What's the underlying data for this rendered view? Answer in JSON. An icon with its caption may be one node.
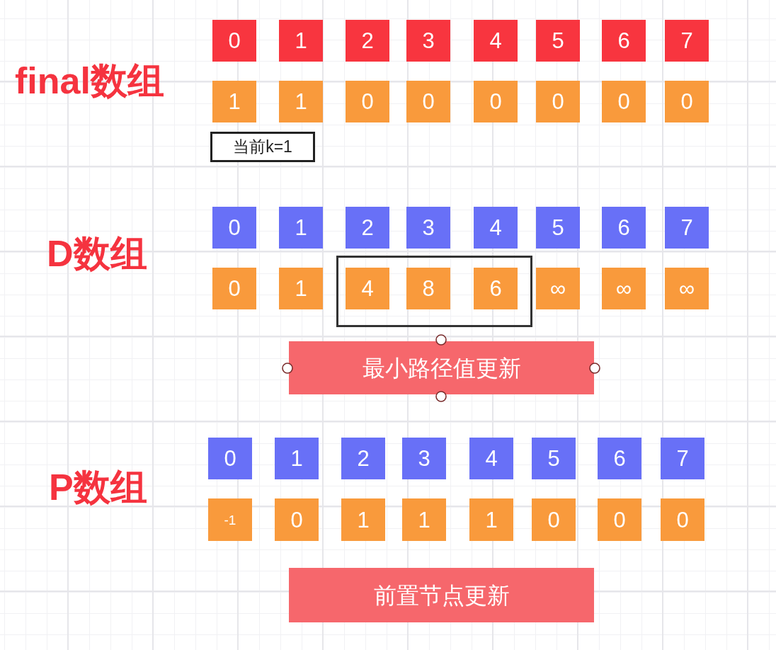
{
  "diagram": {
    "nodes": [
      {
        "text": [
          "0"
        ]
      },
      {
        "text": [
          "1"
        ]
      },
      {
        "text": [
          "2"
        ]
      },
      {
        "text": [
          "3"
        ]
      },
      {
        "text": [
          "4"
        ]
      },
      {
        "text": [
          "5"
        ]
      },
      {
        "text": [
          "6"
        ]
      },
      {
        "text": [
          "7"
        ]
      },
      {
        "text": [
          "1"
        ]
      },
      {
        "text": [
          "1"
        ]
      },
      {
        "text": [
          "0"
        ]
      },
      {
        "text": [
          "0"
        ]
      },
      {
        "text": [
          "0"
        ]
      },
      {
        "text": [
          "0"
        ]
      },
      {
        "text": [
          "0"
        ]
      },
      {
        "text": [
          "0"
        ]
      },
      {
        "text": [
          "当前k=1"
        ]
      },
      {
        "text": [
          "0"
        ]
      },
      {
        "text": [
          "1"
        ]
      },
      {
        "text": [
          "2"
        ]
      },
      {
        "text": [
          "3"
        ]
      },
      {
        "text": [
          "4"
        ]
      },
      {
        "text": [
          "5"
        ]
      },
      {
        "text": [
          "6"
        ]
      },
      {
        "text": [
          "7"
        ]
      },
      {
        "text": [
          "0"
        ]
      },
      {
        "text": [
          "1"
        ]
      },
      {
        "text": [],
        "shape": "box"
      },
      {
        "text": [
          "4"
        ],
        "in": 27
      },
      {
        "text": [
          "8"
        ],
        "in": 27
      },
      {
        "text": [
          "6"
        ],
        "in": 27
      },
      {
        "text": [
          "∞"
        ]
      },
      {
        "text": [
          "∞"
        ]
      },
      {
        "text": [
          "∞"
        ]
      },
      {
        "text": [
          "最小路径值更新"
        ]
      },
      {
        "text": [
          "0"
        ]
      },
      {
        "text": [
          "1"
        ]
      },
      {
        "text": [
          "2"
        ]
      },
      {
        "text": [
          "3"
        ]
      },
      {
        "text": [
          "4"
        ]
      },
      {
        "text": [
          "5"
        ]
      },
      {
        "text": [
          "6"
        ]
      },
      {
        "text": [
          "7"
        ]
      },
      {
        "text": [
          "-1"
        ]
      },
      {
        "text": [
          "0"
        ]
      },
      {
        "text": [
          "1"
        ]
      },
      {
        "text": [
          "1"
        ]
      },
      {
        "text": [
          "1"
        ]
      },
      {
        "text": [
          "0"
        ]
      },
      {
        "text": [
          "0"
        ]
      },
      {
        "text": [
          "0"
        ]
      },
      {
        "text": [
          "前置节点更新"
        ]
      }
    ],
    "labels": [
      "final数组",
      "D数组",
      "P数组"
    ]
  }
}
